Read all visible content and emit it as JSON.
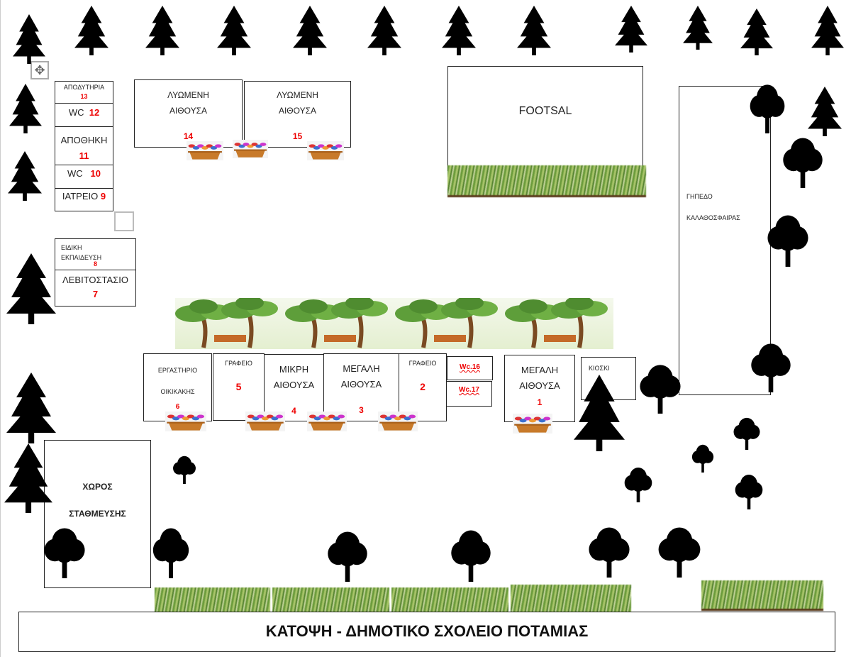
{
  "title": "ΚΑΤΟΨΗ  - ΔΗΜΟΤΙΚΟ ΣΧΟΛΕΙΟ ΠΟΤΑΜΙΑΣ",
  "rooms": {
    "apodytiria": {
      "label": "ΑΠΟΔΥΤΗΡΙΑ",
      "num": "13"
    },
    "wc12": {
      "label": "WC",
      "num": "12"
    },
    "apothiki": {
      "label": "ΑΠΟΘΗΚΗ",
      "num": "11"
    },
    "wc10": {
      "label": "WC",
      "num": "10"
    },
    "iatreio": {
      "label": "ΙΑΤΡΕΙΟ",
      "num": "9"
    },
    "eidiki": {
      "label1": "ΕΙΔΙΚΗ",
      "label2": "ΕΚΠΑΙΔΕΥΣΗ",
      "num": "8"
    },
    "levitostasio": {
      "label": "ΛΕΒΙΤΟΣΤΑΣΙΟ",
      "num": "7"
    },
    "lyomeni14": {
      "label1": "ΛΥΩΜΕΝΗ",
      "label2": "ΑΙΘΟΥΣΑ",
      "num": "14"
    },
    "lyomeni15": {
      "label1": "ΛΥΩΜΕΝΗ",
      "label2": "ΑΙΘΟΥΣΑ",
      "num": "15"
    },
    "footsal": {
      "label": "FOOTSAL"
    },
    "basket": {
      "label1": "ΓΗΠΕΔΟ",
      "label2": "ΚΑΛΑΘΟΣΦΑΙΡΑΣ"
    },
    "ergastirio": {
      "label1": "ΕΡΓΑΣΤΗΡΙΟ",
      "label2": "ΟΙΚΙΚΑΚΗΣ",
      "num": "6"
    },
    "grafeio5": {
      "label": "ΓΡΑΦΕΙΟ",
      "num": "5"
    },
    "mikri": {
      "label1": "ΜΙΚΡΗ",
      "label2": "ΑΙΘΟΥΣΑ",
      "num": "4"
    },
    "megali3": {
      "label1": "ΜΕΓΑΛΗ",
      "label2": "ΑΙΘΟΥΣΑ",
      "num": "3"
    },
    "grafeio2": {
      "label": "ΓΡΑΦΕΙΟ",
      "num": "2"
    },
    "wc16": {
      "label": "Wc.16"
    },
    "wc17": {
      "label": "Wc.17"
    },
    "megali1": {
      "label1": "ΜΕΓΑΛΗ",
      "label2": "ΑΙΘΟΥΣΑ",
      "num": "1"
    },
    "kioski": {
      "label": "ΚΙΟΣΚΙ"
    },
    "parking": {
      "label1": "ΧΩΡΟΣ",
      "label2": "ΣΤΑΘΜΕΥΣΗΣ"
    }
  },
  "colors": {
    "number": "#ee0000",
    "border": "#222222",
    "tree": "#000000"
  }
}
